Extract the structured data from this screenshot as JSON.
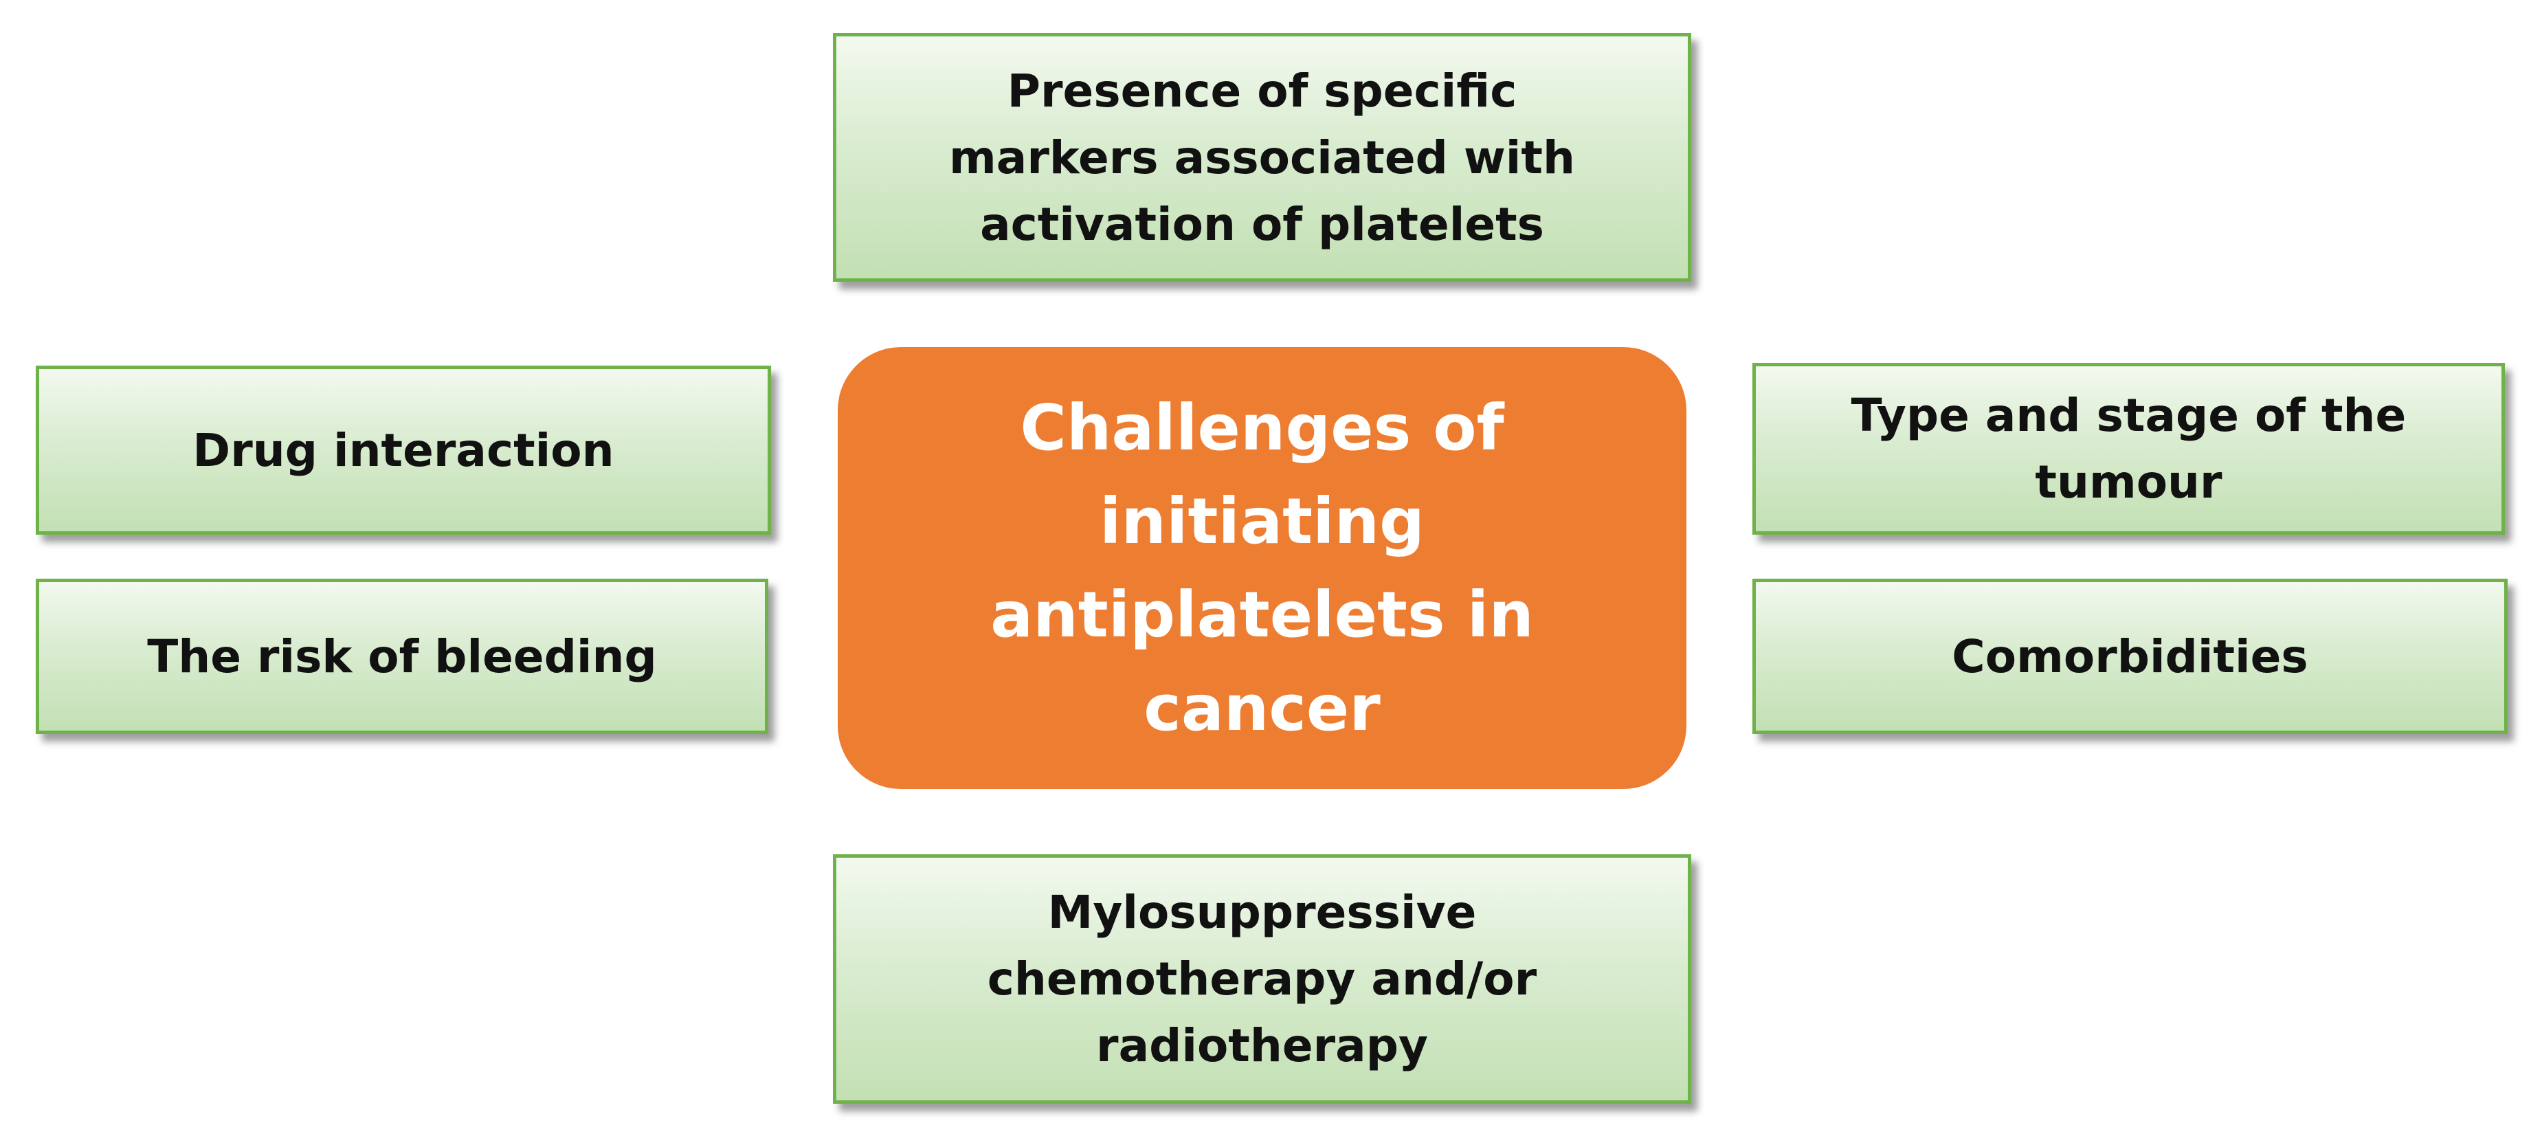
{
  "center": {
    "label": "Challenges of initiating antiplatelets in cancer"
  },
  "boxes": {
    "top": "Presence of specific markers associated with activation of platelets",
    "drug_interaction": "Drug interaction",
    "risk_of_bleeding": "The risk of bleeding",
    "tumour": "Type and stage of the tumour",
    "comorbidities": "Comorbidities",
    "bottom": "Mylosuppressive chemotherapy and/or radiotherapy"
  },
  "colors": {
    "center_fill": "#ed7d31",
    "box_border": "#6fb24a",
    "box_fill_top": "#f3f9ef",
    "box_fill_bottom": "#c3e0b4"
  }
}
